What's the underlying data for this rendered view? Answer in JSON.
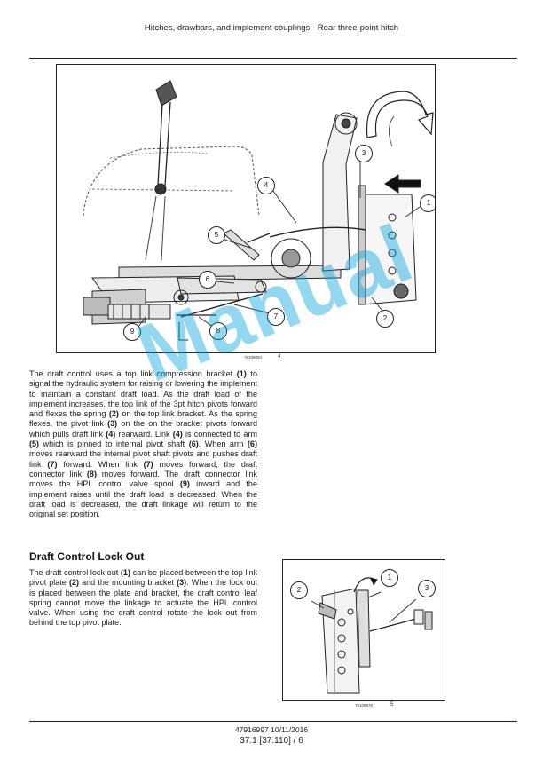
{
  "header": {
    "title": "Hitches, drawbars, and implement couplings - Rear three-point hitch"
  },
  "figure1": {
    "id": "76109094",
    "number": "4",
    "callouts": [
      "1",
      "2",
      "3",
      "4",
      "5",
      "6",
      "7",
      "8",
      "9"
    ]
  },
  "paragraph1": {
    "segments": [
      {
        "t": "The draft control uses a top link compression bracket "
      },
      {
        "t": "(1)",
        "b": true
      },
      {
        "t": " to signal the hydraulic system for raising or lowering the implement to maintain a constant draft load.  As the draft load of the implement increases, the top link of the 3pt hitch pivots forward and flexes the spring "
      },
      {
        "t": "(2)",
        "b": true
      },
      {
        "t": " on the top link bracket.  As the spring flexes, the pivot link "
      },
      {
        "t": "(3)",
        "b": true
      },
      {
        "t": " on the on the bracket pivots forward which pulls draft link "
      },
      {
        "t": "(4)",
        "b": true
      },
      {
        "t": " rearward.  Link "
      },
      {
        "t": "(4)",
        "b": true
      },
      {
        "t": " is connected to arm "
      },
      {
        "t": "(5)",
        "b": true
      },
      {
        "t": " which is pinned to internal pivot shaft "
      },
      {
        "t": "(6)",
        "b": true
      },
      {
        "t": ".  When arm "
      },
      {
        "t": "(6)",
        "b": true
      },
      {
        "t": " moves rearward the internal pivot shaft pivots and pushes draft link "
      },
      {
        "t": "(7)",
        "b": true
      },
      {
        "t": " forward.  When link "
      },
      {
        "t": "(7)",
        "b": true
      },
      {
        "t": " moves forward, the draft connector link "
      },
      {
        "t": "(8)",
        "b": true
      },
      {
        "t": " moves forward.  The draft connector link moves the HPL control valve spool "
      },
      {
        "t": "(9)",
        "b": true
      },
      {
        "t": " inward and the implement raises until the draft load is decreased. When the draft load is decreased, the draft linkage will return to the original set position."
      }
    ]
  },
  "section": {
    "title": "Draft Control Lock Out"
  },
  "paragraph2": {
    "segments": [
      {
        "t": "The draft control lock out "
      },
      {
        "t": "(1)",
        "b": true
      },
      {
        "t": " can be placed between the top link pivot plate "
      },
      {
        "t": "(2)",
        "b": true
      },
      {
        "t": " and the mounting bracket "
      },
      {
        "t": "(3)",
        "b": true
      },
      {
        "t": ". When the lock out is placed between the plate and bracket, the draft control leaf spring cannot move the linkage to actuate the HPL control valve.  When using the draft control rotate the lock out from behind the top pivot plate."
      }
    ]
  },
  "figure2": {
    "id": "76109978",
    "number": "5",
    "callouts": [
      "1",
      "2",
      "3"
    ]
  },
  "footer": {
    "doc": "47916997 10/11/2016",
    "page": "37.1 [37.110] / 6"
  },
  "watermark": {
    "text": "Manual"
  }
}
